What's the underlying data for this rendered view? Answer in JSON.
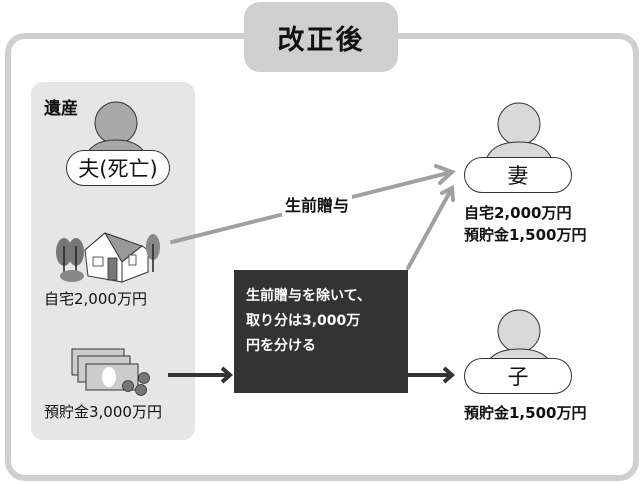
{
  "title": "改正後",
  "estate": {
    "label": "遺産",
    "deceased": "夫(死亡)",
    "house_label": "自宅2,000万円",
    "savings_label": "預貯金3,000万円"
  },
  "gift": {
    "label": "生前贈与"
  },
  "note": {
    "line1": "生前贈与を除いて、",
    "line2": "取り分は3,000万",
    "line3": "円を分ける"
  },
  "heirs": [
    {
      "name": "妻",
      "lines": [
        "自宅2,000万円",
        "預貯金1,500万円"
      ]
    },
    {
      "name": "子",
      "lines": [
        "預貯金1,500万円"
      ]
    }
  ],
  "colors": {
    "frame": "#cfcfcf",
    "estate_bg": "#e6e6e6",
    "person_fill": "#a8a8a8",
    "heir_fill": "#d9d9d9",
    "gift_arrow": "#a0a0a0",
    "dark_arrow": "#333333",
    "note_bg": "#333333"
  }
}
